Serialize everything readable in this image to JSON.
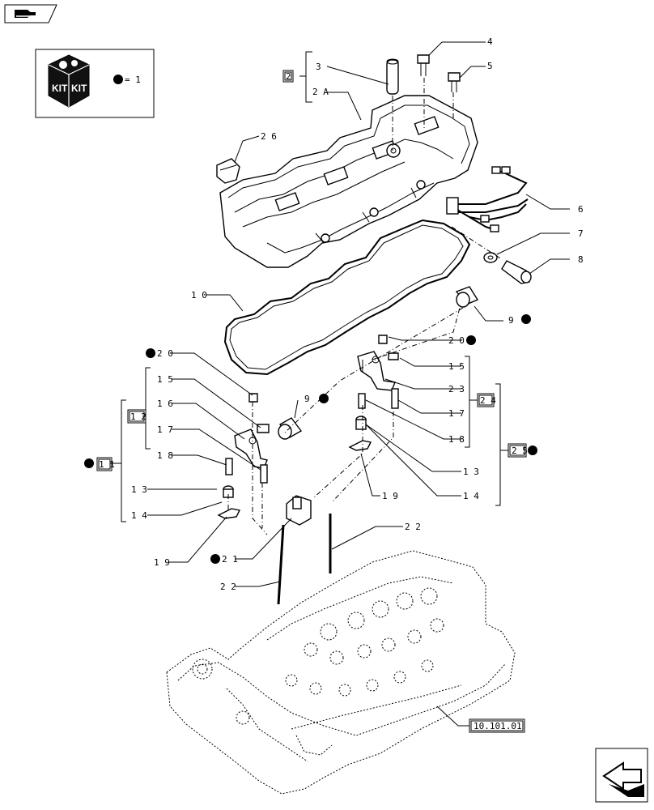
{
  "kit": {
    "badge_text": "KIT",
    "legend_eq": "= 1"
  },
  "refbox": "10.101.01",
  "callouts": [
    {
      "id": "c2",
      "text": "2"
    },
    {
      "id": "c3",
      "text": "3"
    },
    {
      "id": "c2A",
      "text": "2 A"
    },
    {
      "id": "c4",
      "text": "4"
    },
    {
      "id": "c5",
      "text": "5"
    },
    {
      "id": "c26",
      "text": "2 6"
    },
    {
      "id": "c6",
      "text": "6"
    },
    {
      "id": "c7",
      "text": "7"
    },
    {
      "id": "c8",
      "text": "8"
    },
    {
      "id": "c10",
      "text": "1 0"
    },
    {
      "id": "c9a",
      "text": "9"
    },
    {
      "id": "c20a",
      "text": "2 0"
    },
    {
      "id": "c15a",
      "text": "1 5"
    },
    {
      "id": "c23",
      "text": "2 3"
    },
    {
      "id": "c24",
      "text": "2 4"
    },
    {
      "id": "c17a",
      "text": "1 7"
    },
    {
      "id": "c18a",
      "text": "1 8"
    },
    {
      "id": "c25",
      "text": "2 5"
    },
    {
      "id": "c13a",
      "text": "1 3"
    },
    {
      "id": "c14a",
      "text": "1 4"
    },
    {
      "id": "c19a",
      "text": "1 9"
    },
    {
      "id": "c22a",
      "text": "2 2"
    },
    {
      "id": "c20b",
      "text": "2 0"
    },
    {
      "id": "c9b",
      "text": "9"
    },
    {
      "id": "c15b",
      "text": "1 5"
    },
    {
      "id": "c12",
      "text": "1 2"
    },
    {
      "id": "c16",
      "text": "1 6"
    },
    {
      "id": "c17b",
      "text": "1 7"
    },
    {
      "id": "c11",
      "text": "1 1"
    },
    {
      "id": "c18b",
      "text": "1 8"
    },
    {
      "id": "c13b",
      "text": "1 3"
    },
    {
      "id": "c14b",
      "text": "1 4"
    },
    {
      "id": "c19b",
      "text": "1 9"
    },
    {
      "id": "c21",
      "text": "2 1"
    },
    {
      "id": "c22b",
      "text": "2 2"
    }
  ]
}
